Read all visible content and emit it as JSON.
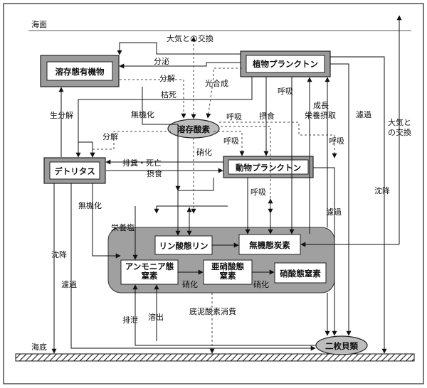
{
  "labels": {
    "sea_surface": "海面",
    "sea_floor": "海底",
    "air_exchange_top": "大気との交換",
    "air_exchange_right_1": "大気と",
    "air_exchange_right_2": "の交換",
    "secretion": "分泌",
    "decomposition_top": "分解",
    "photosynthesis": "光合成",
    "withering": "枯死",
    "mineralization_top": "無機化",
    "respiration_phyto": "呼吸",
    "growth_1": "成長",
    "growth_2": "栄養摂取",
    "filtration_right": "濾過",
    "respiration_center": "呼吸",
    "grazing": "摂食",
    "respiration_zoo": "呼吸",
    "respiration_right": "呼吸",
    "bio_decomposition": "生分解",
    "decomposition_mid": "分解",
    "nitrification_center": "硝化",
    "excretion_death": "排糞・死亡",
    "feeding": "摂食",
    "respiration_lower": "呼吸",
    "mineralization_left": "無機化",
    "filtration_mid": "濾過",
    "sedimentation_right": "沈降",
    "sedimentation_left": "沈降",
    "filtration_left": "濾過",
    "nutrients": "栄養塩",
    "nitrification_1": "硝化",
    "nitrification_2": "硝化",
    "excretion": "排泄",
    "elution": "溶出",
    "sediment_oxygen": "底泥酸素消費"
  },
  "boxes": {
    "dom": "溶存態有機物",
    "phytoplankton": "植物プランクトン",
    "dissolved_oxygen": "溶存酸素",
    "detritus": "デトリタス",
    "zooplankton": "動物プランクトン",
    "phosphate": "リン酸態リン",
    "inorganic_carbon": "無機態炭素",
    "ammonium": "アンモニア態窒素",
    "nitrite": "亜硝酸態窒素",
    "nitrate": "硝酸態窒素",
    "bivalves": "二枚貝類"
  }
}
